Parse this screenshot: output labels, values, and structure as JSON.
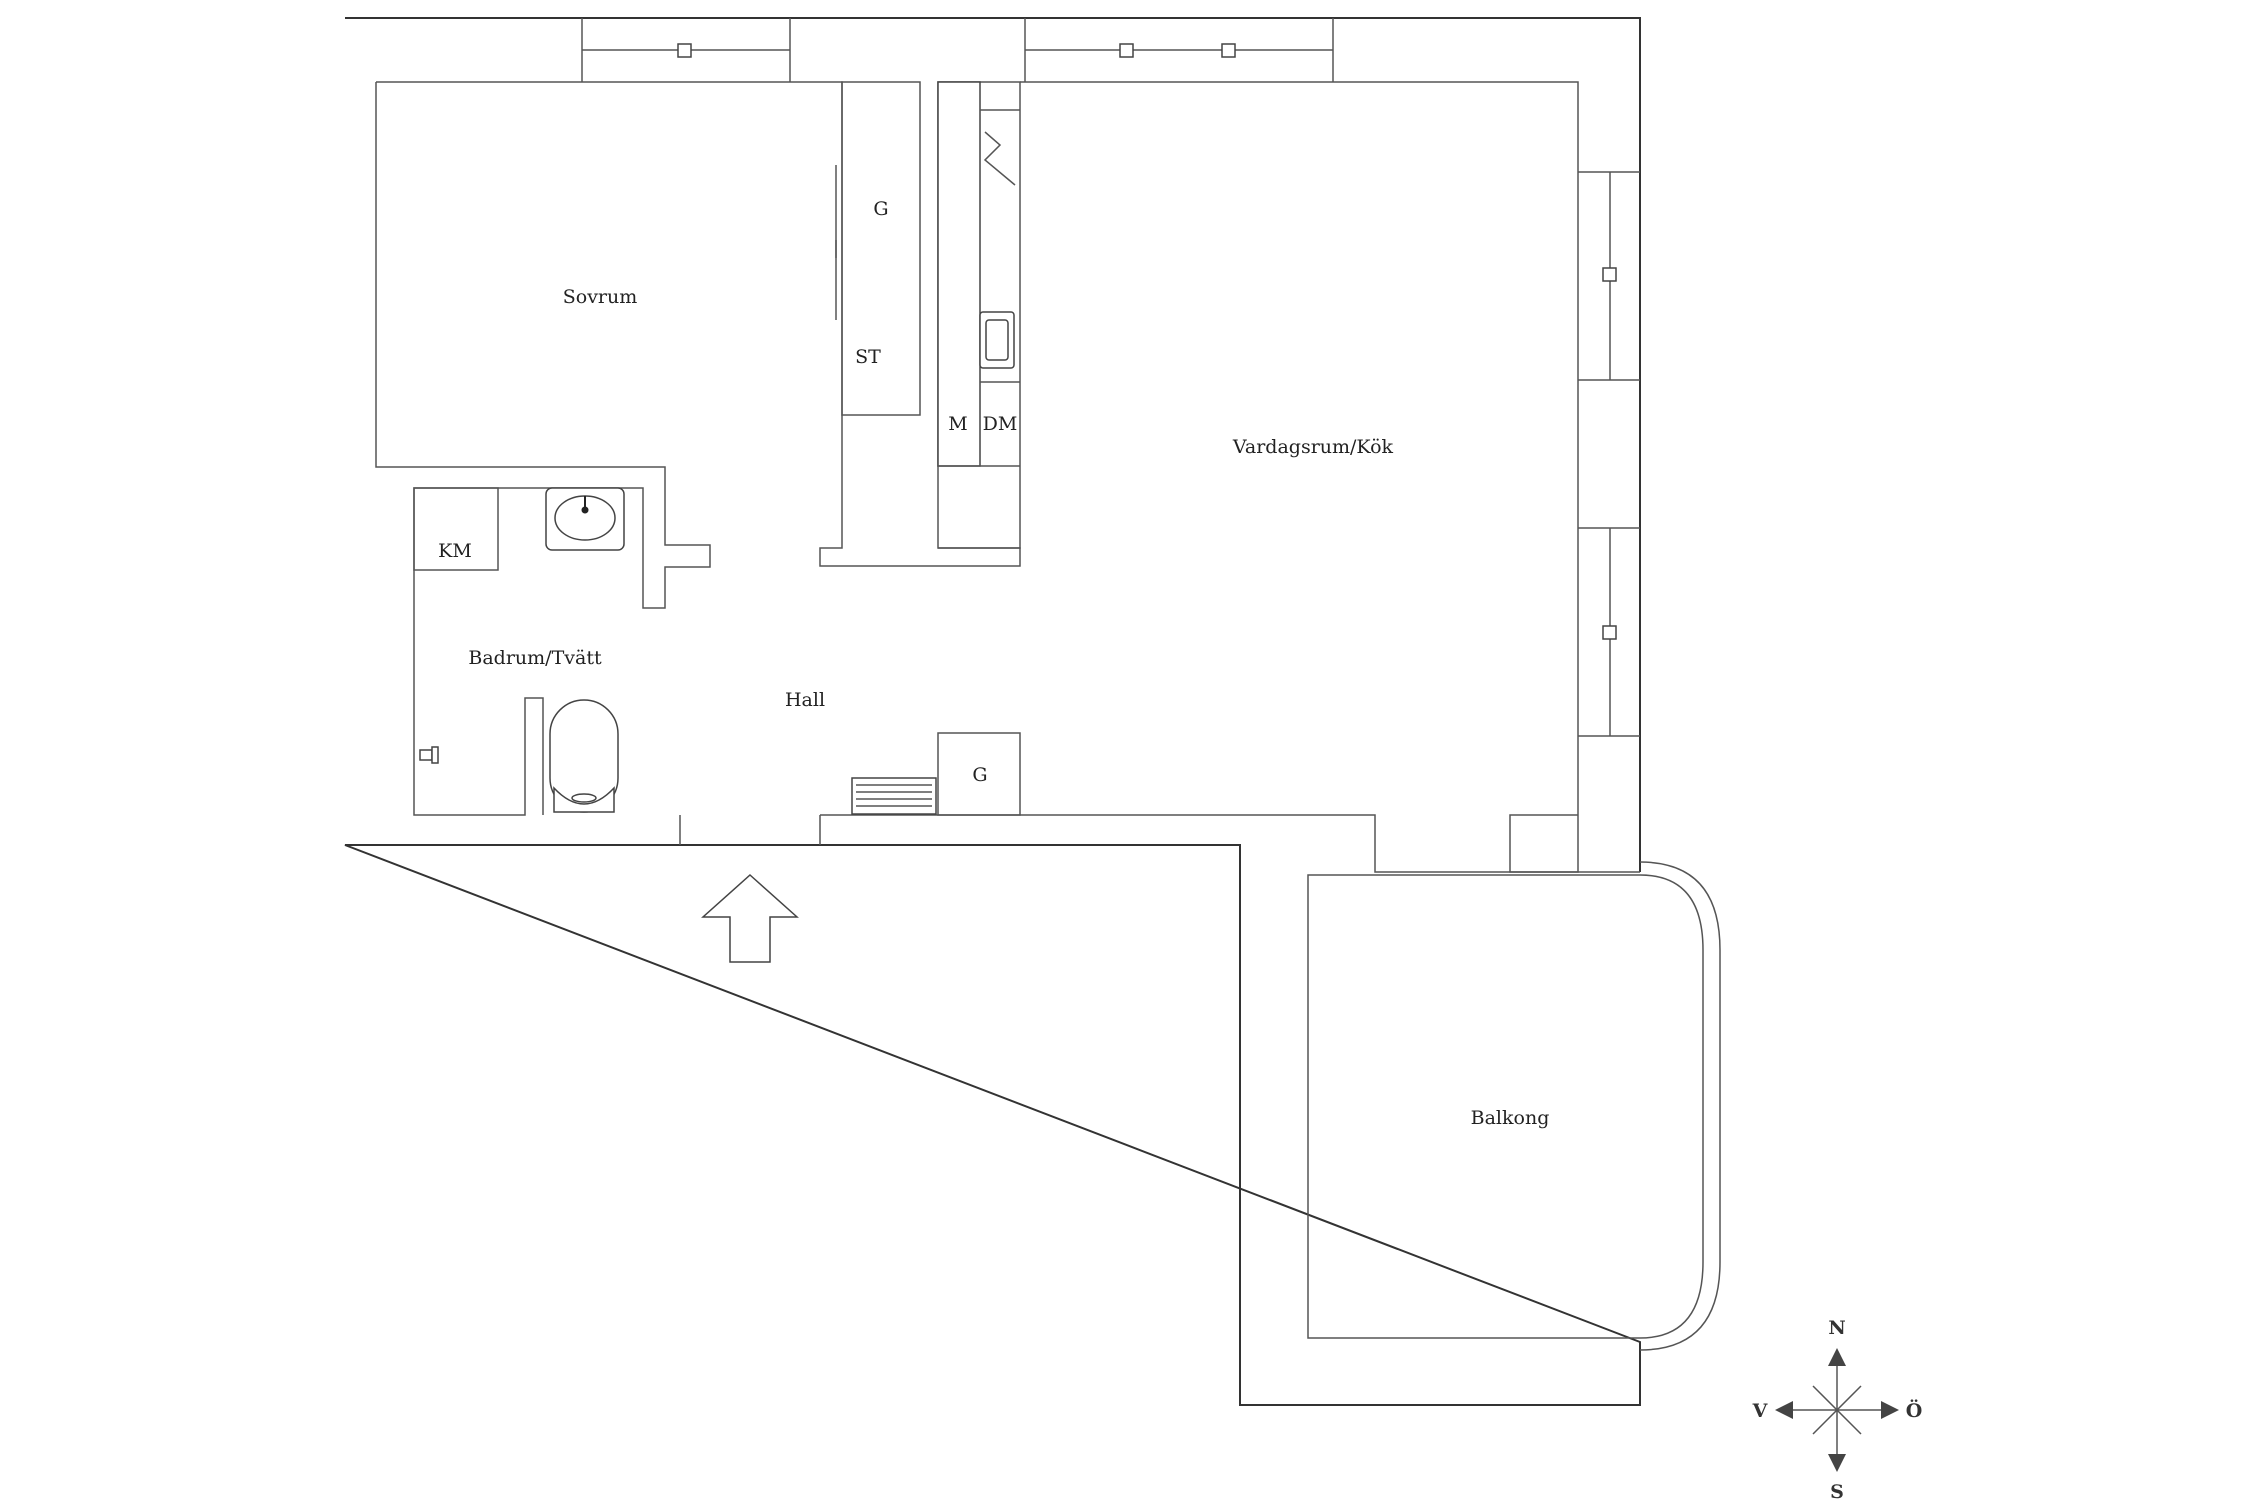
{
  "plan": {
    "rooms": {
      "sovrum": "Sovrum",
      "vardagsrum": "Vardagsrum/Kök",
      "badrum": "Badrum/Tvätt",
      "hall": "Hall",
      "balkong": "Balkong"
    },
    "fixtures": {
      "wardrobe_g": "G",
      "storage_st": "ST",
      "microwave_m": "M",
      "dishwasher_dm": "DM",
      "washer_km": "KM",
      "hall_wardrobe_g": "G"
    },
    "compass": {
      "north": "N",
      "south": "S",
      "west": "V",
      "east": "Ö"
    }
  }
}
